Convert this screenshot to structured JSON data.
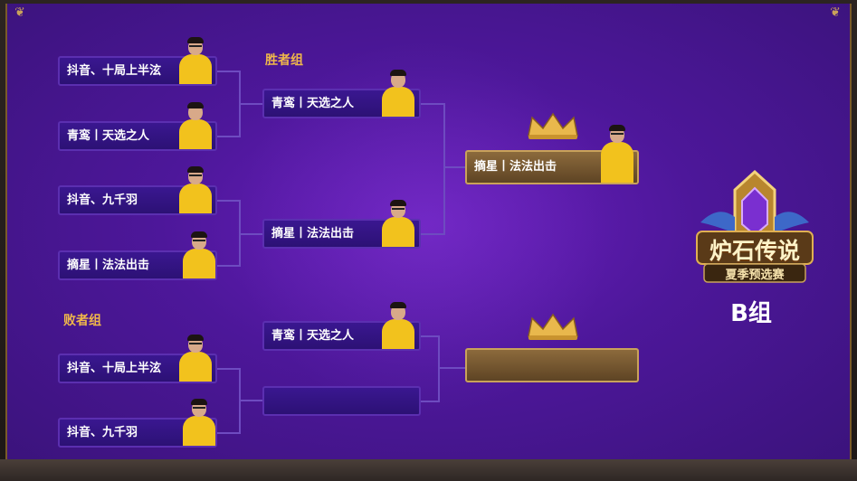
{
  "sections": {
    "winners_label": "胜者组",
    "losers_label": "败者组",
    "group_label": "B组"
  },
  "logo": {
    "title": "炉石传说",
    "subtitle": "夏季预选赛"
  },
  "winners": {
    "round1": [
      "抖音、十局上半泫",
      "青鸾丨天选之人",
      "抖音、九千羽",
      "摘星丨法法出击"
    ],
    "round2": [
      "青鸾丨天选之人",
      "摘星丨法法出击"
    ],
    "final": "摘星丨法法出击"
  },
  "losers": {
    "round1": [
      "抖音、十局上半泫",
      "抖音、九千羽"
    ],
    "round2": [
      "青鸾丨天选之人",
      ""
    ],
    "final": ""
  },
  "colors": {
    "panel": "#4d179a",
    "accent_gold": "#f0b84a",
    "slot_border": "#5b2fb0",
    "jersey": "#f2c21d"
  },
  "icons": [
    "crown-icon",
    "hearthstone-logo-icon",
    "corner-ornament-icon"
  ]
}
